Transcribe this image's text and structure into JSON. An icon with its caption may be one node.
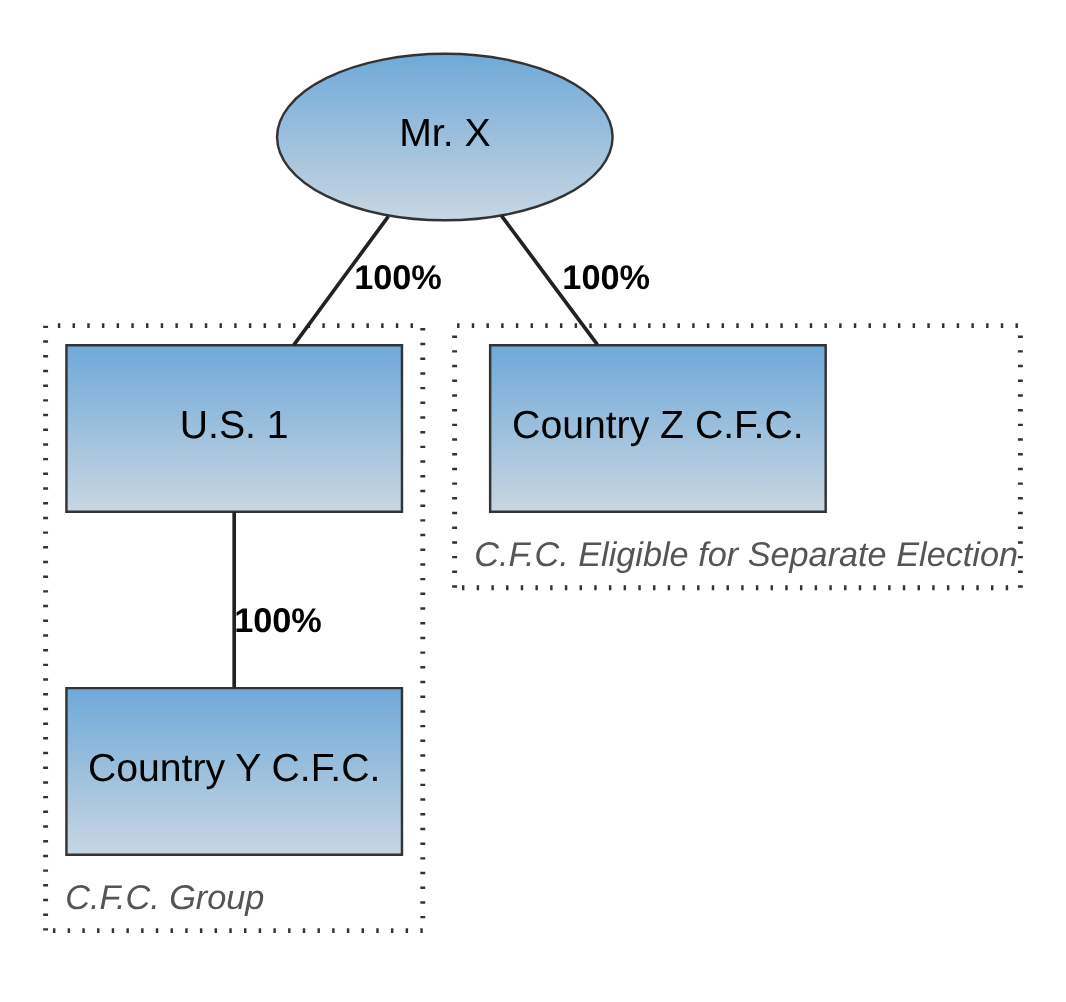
{
  "diagram": {
    "nodes": [
      {
        "text": [
          "Mr. X"
        ]
      },
      {
        "text": [
          "C.F.C. Group"
        ]
      },
      {
        "text": [
          "U.S. 1"
        ],
        "in": 1
      },
      {
        "text": [
          "Country Y C.F.C."
        ],
        "in": 1
      },
      {
        "text": [
          "C.F.C. Eligible for Separate Election"
        ]
      },
      {
        "text": [
          "Country Z C.F.C."
        ],
        "in": 4
      }
    ],
    "edges": [
      {
        "from": 0,
        "to": 2,
        "arrow": "none",
        "label": "100%"
      },
      {
        "from": 0,
        "to": 5,
        "arrow": "none",
        "label": "100%"
      },
      {
        "from": 2,
        "to": 3,
        "arrow": "none",
        "label": "100%"
      }
    ]
  }
}
